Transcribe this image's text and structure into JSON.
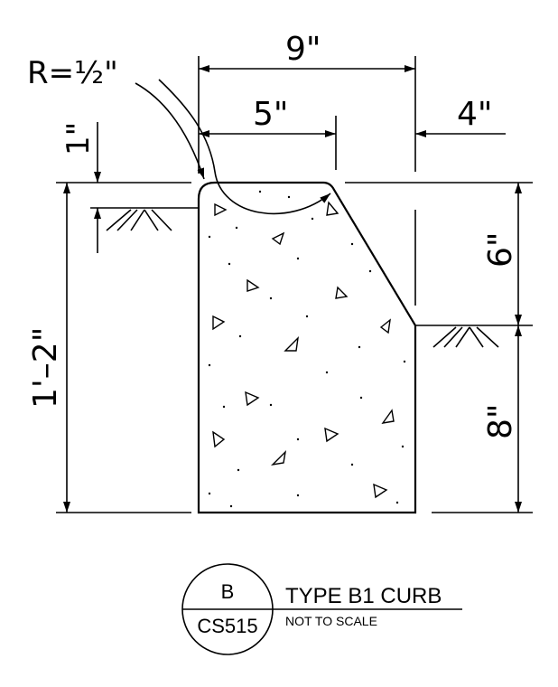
{
  "drawing": {
    "radius_label": "R=½\"",
    "dimensions": {
      "top_overall": "9\"",
      "top_face": "5\"",
      "back_offset": "4\"",
      "reveal_depth": "1\"",
      "total_height": "1'–2\"",
      "upper_height": "6\"",
      "lower_height": "8\""
    }
  },
  "title_block": {
    "detail_id": "B",
    "sheet_ref": "CS515",
    "title": "TYPE B1 CURB",
    "subtitle": "NOT TO SCALE"
  }
}
